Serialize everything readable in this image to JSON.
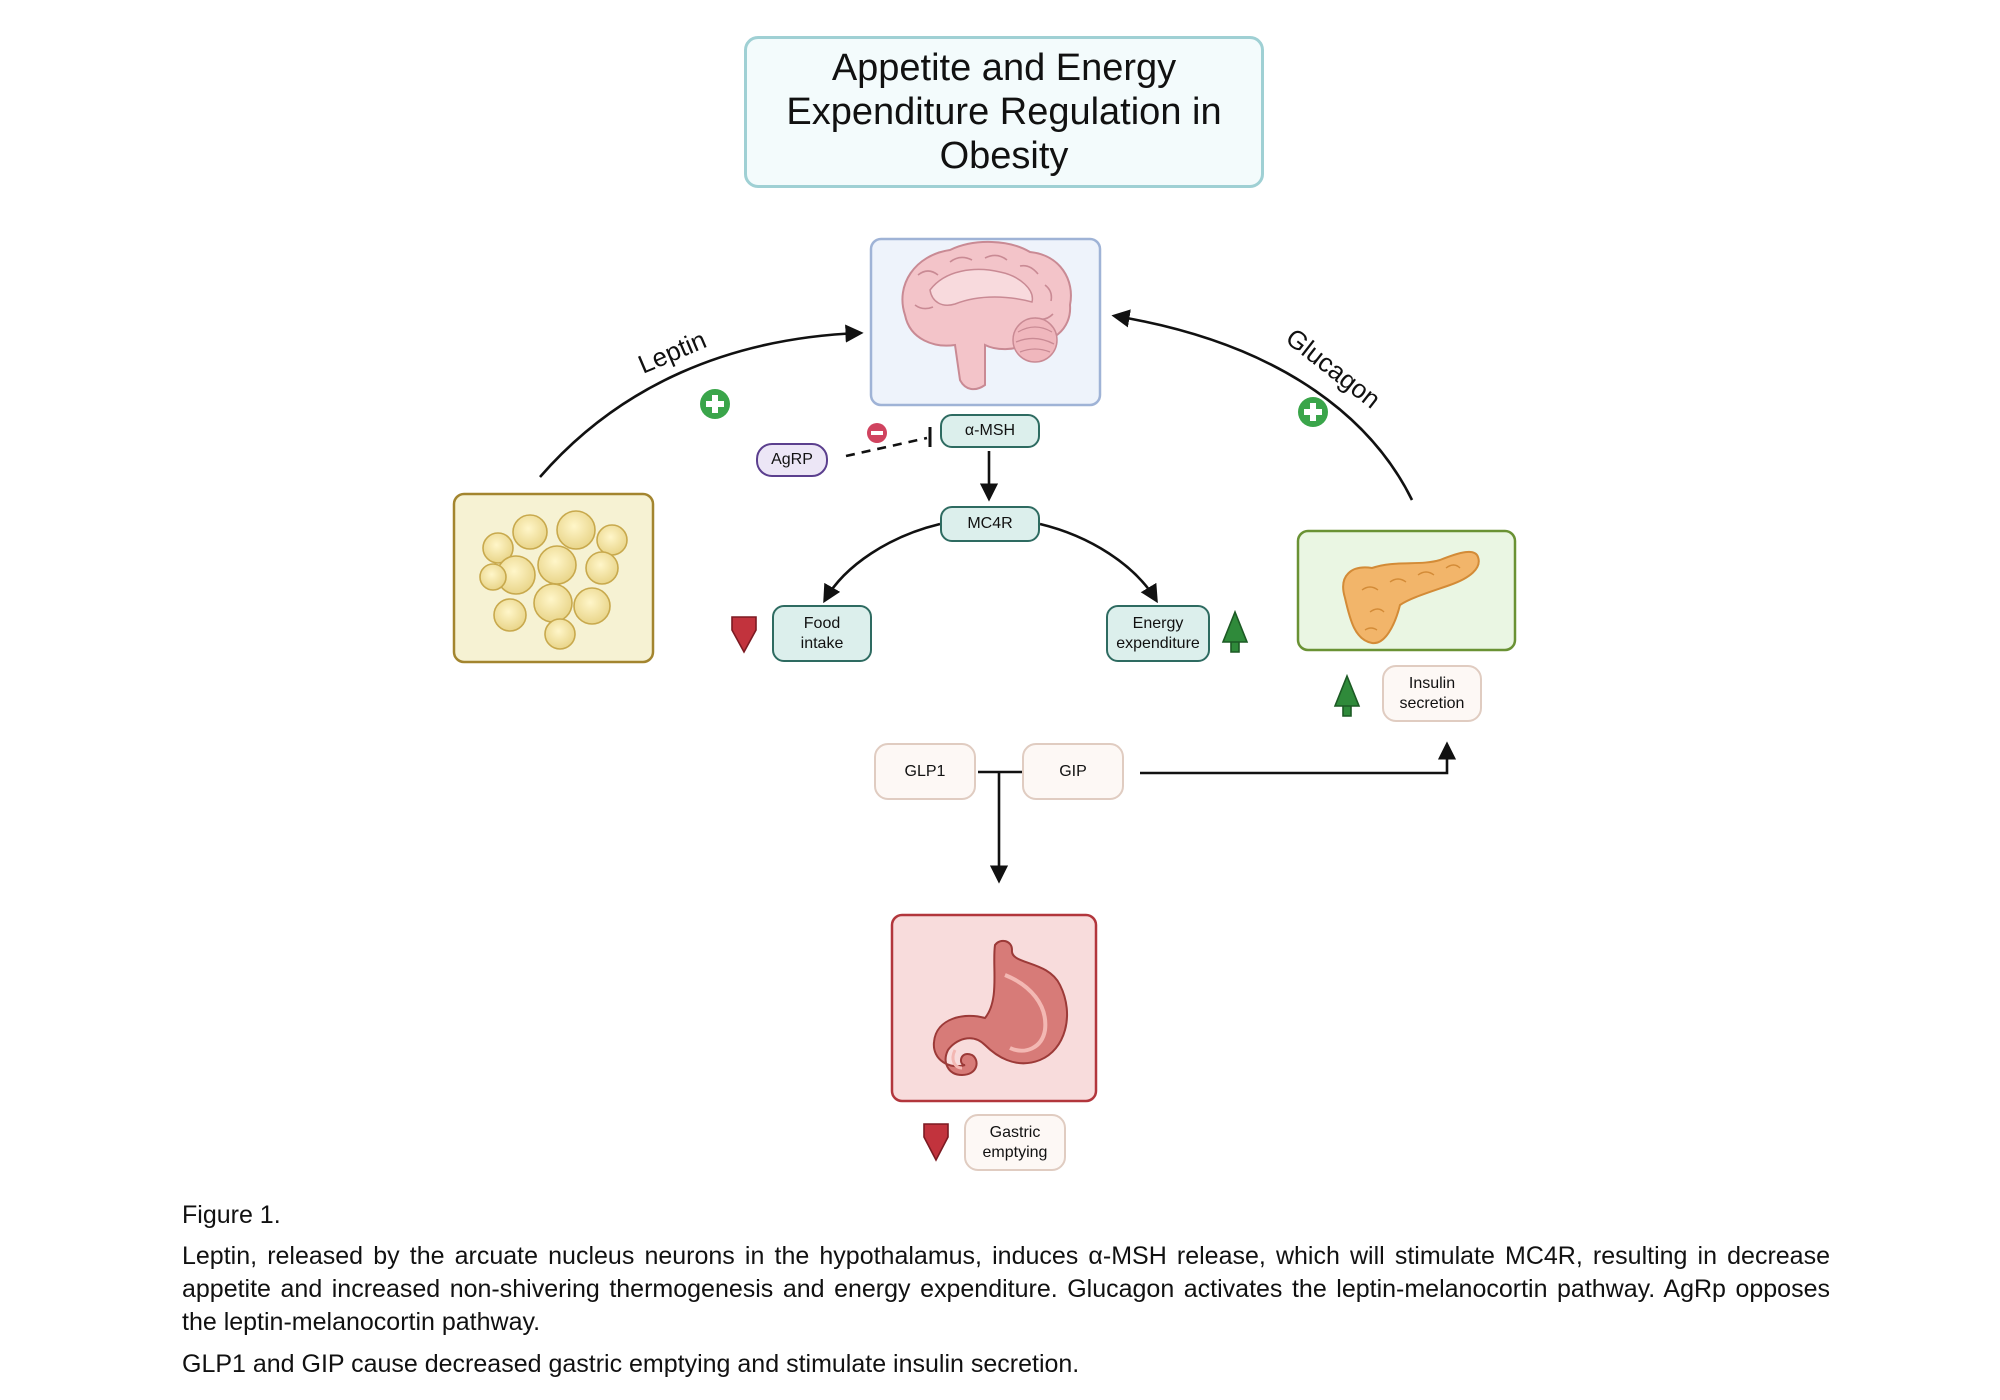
{
  "title": "Appetite and Energy Expenditure Regulation in Obesity",
  "nodes": {
    "brain": "brain",
    "adipose": "adipose tissue",
    "pancreas": "pancreas",
    "stomach": "stomach"
  },
  "labels": {
    "leptin": "Leptin",
    "glucagon": "Glucagon",
    "alpha_msh": "α-MSH",
    "agrp": "AgRP",
    "mc4r": "MC4R",
    "food_intake_1": "Food",
    "food_intake_2": "intake",
    "energy_exp_1": "Energy",
    "energy_exp_2": "expenditure",
    "insulin_1": "Insulin",
    "insulin_2": "secretion",
    "glp1": "GLP1",
    "gip": "GIP",
    "gastric_1": "Gastric",
    "gastric_2": "emptying"
  },
  "effects": {
    "leptin": "stimulate",
    "glucagon": "stimulate",
    "agrp": "inhibit",
    "food_intake": "decrease",
    "energy_expenditure": "increase",
    "insulin_secretion": "increase",
    "gastric_emptying": "decrease"
  },
  "colors": {
    "plus": "#3aa54a",
    "minus": "#d0435f",
    "up_arrow": "#2f8a3a",
    "down_arrow": "#c2333d",
    "teal_border": "#2e6b61",
    "purple_border": "#5b3f8e"
  },
  "caption": {
    "figure_label": "Figure 1.",
    "paragraph1": "Leptin, released by the arcuate nucleus neurons in the hypothalamus, induces  α-MSH release, which will stimulate MC4R, resulting in decrease appetite and increased non-shivering thermogenesis and energy expenditure. Glucagon activates the leptin-melanocortin pathway. AgRp opposes the leptin-melanocortin pathway.",
    "paragraph2": "GLP1 and GIP cause decreased gastric emptying and stimulate insulin secretion."
  }
}
